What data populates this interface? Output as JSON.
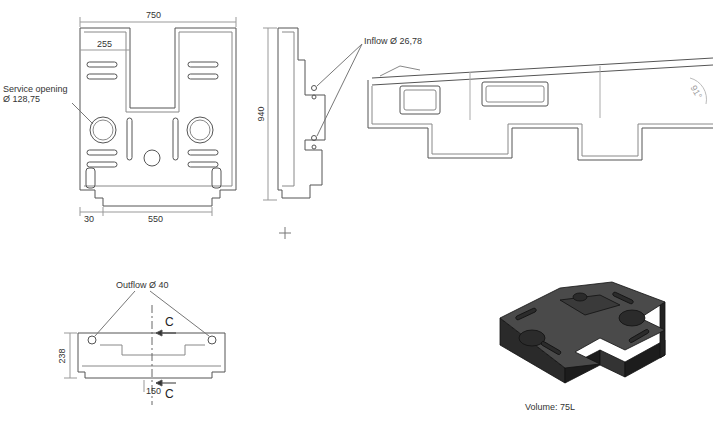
{
  "diagram": {
    "labels": [
      "750",
      "255",
      "Service opening Ø 128,75",
      "30",
      "550",
      "940",
      "Inflow Ø 26,78",
      "Outflow Ø 40",
      "C",
      "238",
      "150",
      "C",
      "Volume: 75L",
      "91°"
    ]
  }
}
